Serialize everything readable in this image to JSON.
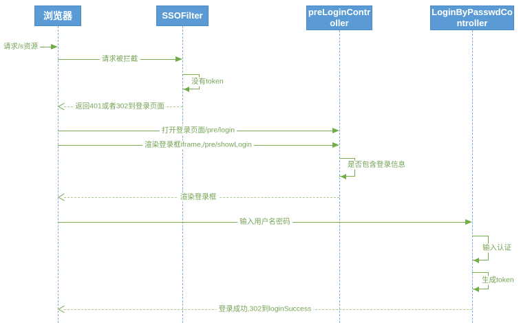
{
  "participants": [
    {
      "label": "浏览器"
    },
    {
      "label": "SSOFilter"
    },
    {
      "label": "preLoginController"
    },
    {
      "label": "LoginByPasswdController"
    }
  ],
  "messages": [
    {
      "label": "请求/s资源",
      "type": "solid",
      "from": "",
      "to": "浏览器"
    },
    {
      "label": "请求被拦截",
      "type": "solid",
      "from": "浏览器",
      "to": "SSOFilter"
    },
    {
      "label": "没有token",
      "type": "self",
      "from": "SSOFilter",
      "to": "SSOFilter"
    },
    {
      "label": "返回401或者302到登录页面",
      "type": "return",
      "from": "SSOFilter",
      "to": "浏览器"
    },
    {
      "label": "打开登录页面/pre/login",
      "type": "solid",
      "from": "浏览器",
      "to": "preLoginController"
    },
    {
      "label": "渲染登录框iframe,/pre/showLogin",
      "type": "solid",
      "from": "浏览器",
      "to": "preLoginController"
    },
    {
      "label": "是否包含登录信息",
      "type": "self",
      "from": "preLoginController",
      "to": "preLoginController"
    },
    {
      "label": "渲染登录框",
      "type": "return",
      "from": "preLoginController",
      "to": "浏览器"
    },
    {
      "label": "输入用户名密码",
      "type": "solid",
      "from": "浏览器",
      "to": "LoginByPasswdController"
    },
    {
      "label": "输入认证",
      "type": "self",
      "from": "LoginByPasswdController",
      "to": "LoginByPasswdController"
    },
    {
      "label": "生成token",
      "type": "self",
      "from": "LoginByPasswdController",
      "to": "LoginByPasswdController"
    },
    {
      "label": "登录成功,302到loginSuccess",
      "type": "return",
      "from": "LoginByPasswdController",
      "to": "浏览器"
    }
  ],
  "colors": {
    "participant_fill": "#5b9bd5",
    "participant_text": "#ffffff",
    "lifeline": "#7fa9d9",
    "message_green": "#70ad47",
    "return_dash": "#a9c98f"
  }
}
